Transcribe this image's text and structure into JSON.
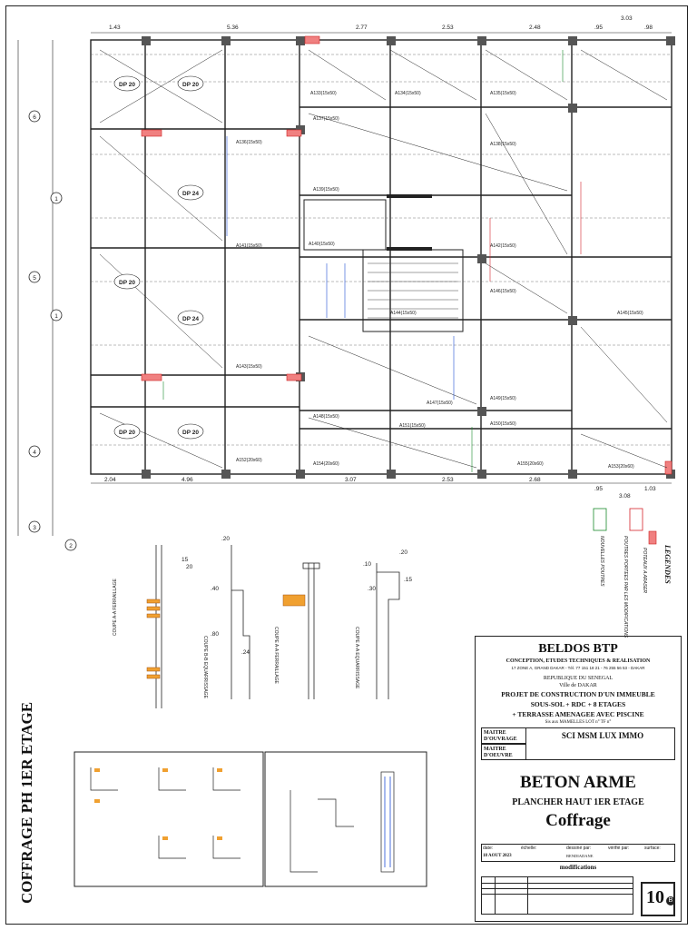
{
  "drawing": {
    "vertical_title": "COFFRAGE PH 1ER ETAGE",
    "legend": {
      "title": "LEGENDES",
      "items": [
        {
          "label": "POTEAUX A ARASER"
        },
        {
          "label": "POUTRES PORTEES PAR LES MODIFICATIONS"
        },
        {
          "label": "NOUVELLES POUTRES"
        }
      ]
    },
    "top_dims": [
      "1.43",
      "5.36",
      "2.77",
      "2.53",
      "2.48",
      "3.03",
      ".95",
      ".98"
    ],
    "bottom_dims": [
      "2.04",
      "4.96",
      "3.07",
      "2.53",
      "2.68",
      ".95",
      "1.03",
      "3.08"
    ],
    "left_axes": [
      "6",
      "1",
      "5",
      "1",
      "4",
      "3",
      "2"
    ],
    "slab_labels": [
      "DP 20",
      "DP 20",
      "DP 24",
      "DP 20",
      "DP 24",
      "DP 20",
      "DP 20"
    ],
    "beam_labels": [
      "A133(15x50)",
      "A134(15x50)",
      "A135(15x50)",
      "A136(15x50)",
      "A137(15x50)",
      "A138(15x50)",
      "A139(15x50)",
      "A140(15x50)",
      "A141(15x50)",
      "A142(15x50)",
      "A143(15x50)",
      "A144(15x50)",
      "A145(15x50)",
      "A146(15x50)",
      "A147(15x50)",
      "A148(15x50)",
      "A149(15x50)",
      "A150(15x50)",
      "A151(15x50)",
      "A152(20x60)",
      "A153(20x60)",
      "A154(20x60)",
      "A155(20x60)"
    ],
    "section_labels": [
      "COUPE A-A FERRAILLAGE",
      "COUPE B-B EQUARRISSAGE",
      "COUPE A-A FERRAILLAGE",
      "COUPE A-A EQUARRISSAGE"
    ],
    "section_values": [
      "15",
      "20",
      ".20",
      ".40",
      ".80",
      ".24",
      ".10",
      ".15",
      ".30",
      ".20"
    ]
  },
  "title_block": {
    "company": "BELDOS BTP",
    "company_sub": "CONCEPTION, ETUDES TECHNIQUES & REALISATION",
    "company_addr": "17 ZONE A, GRAND DAKAR - Tél. 77 151 18 21 - 76 255 56 53 - DAKAR",
    "republic": "REPUBLIQUE DU SENEGAL",
    "city": "Ville de DAKAR",
    "project_line1": "PROJET DE CONSTRUCTION D'UN IMMEUBLE",
    "project_line2": "SOUS-SOL + RDC + 8 ETAGES",
    "project_line3": "+ TERRASSE AMENAGEE AVEC PISCINE",
    "project_line4": "Sis aux MAMELLES LOT n°  TF n°",
    "owner_label": "MAITRE D'OUVRAGE",
    "owner_value": "SCI MSM LUX IMMO",
    "works_label": "MAITRE D'OEUVRE",
    "works_value": "",
    "main_title": "BETON ARME",
    "sub_title": "PLANCHER HAUT 1ER ETAGE",
    "sheet_title": "Coffrage",
    "meta_headers": [
      "date:",
      "échelle:",
      "dessiné par:",
      "vérifié par:",
      "surface:"
    ],
    "meta_values": [
      "18 AOUT 2023",
      "",
      "BENDIADANE",
      "",
      ""
    ],
    "modifications_label": "modifications",
    "sheet_number": "10",
    "sheet_suffix": "B"
  }
}
